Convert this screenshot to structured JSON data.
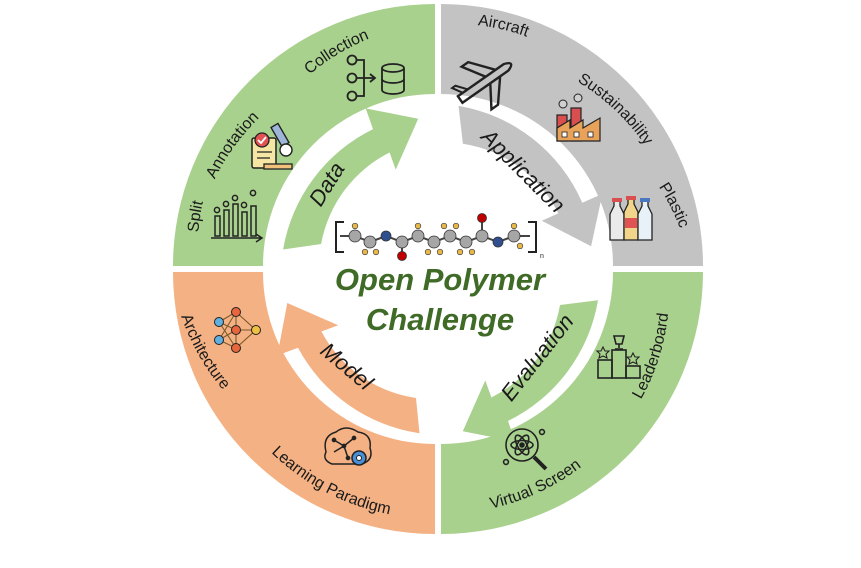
{
  "title": {
    "line1": "Open Polymer",
    "line2": "Challenge"
  },
  "colors": {
    "green": "#a9d18e",
    "gray": "#c3c3c3",
    "orange": "#f4b183",
    "title": "#3f6b27",
    "molecule_carbon": "#a6a6a6",
    "molecule_nitrogen": "#2f4f8f",
    "molecule_oxygen": "#c00000",
    "molecule_hydrogen": "#e8b84a"
  },
  "stages": [
    {
      "label": "Data",
      "color": "green"
    },
    {
      "label": "Application",
      "color": "gray"
    },
    {
      "label": "Evaluation",
      "color": "green"
    },
    {
      "label": "Model",
      "color": "orange"
    }
  ],
  "ring_items": {
    "data": [
      "Collection",
      "Annotation",
      "Split"
    ],
    "application": [
      "Aircraft",
      "Sustainability",
      "Plastic"
    ],
    "evaluation": [
      "Leaderboard",
      "Virtual Screen"
    ],
    "model": [
      "Architecture",
      "Learning Paradigm"
    ]
  },
  "icons": [
    "collection-icon",
    "annotation-microscope-icon",
    "split-bar-chart-icon",
    "aircraft-icon",
    "sustainability-factory-icon",
    "plastic-bottles-icon",
    "leaderboard-podium-icon",
    "virtual-screen-atom-icon",
    "architecture-network-icon",
    "learning-paradigm-brain-icon",
    "polymer-molecule-icon"
  ],
  "molecule": {
    "repeat_subscript": "n"
  }
}
